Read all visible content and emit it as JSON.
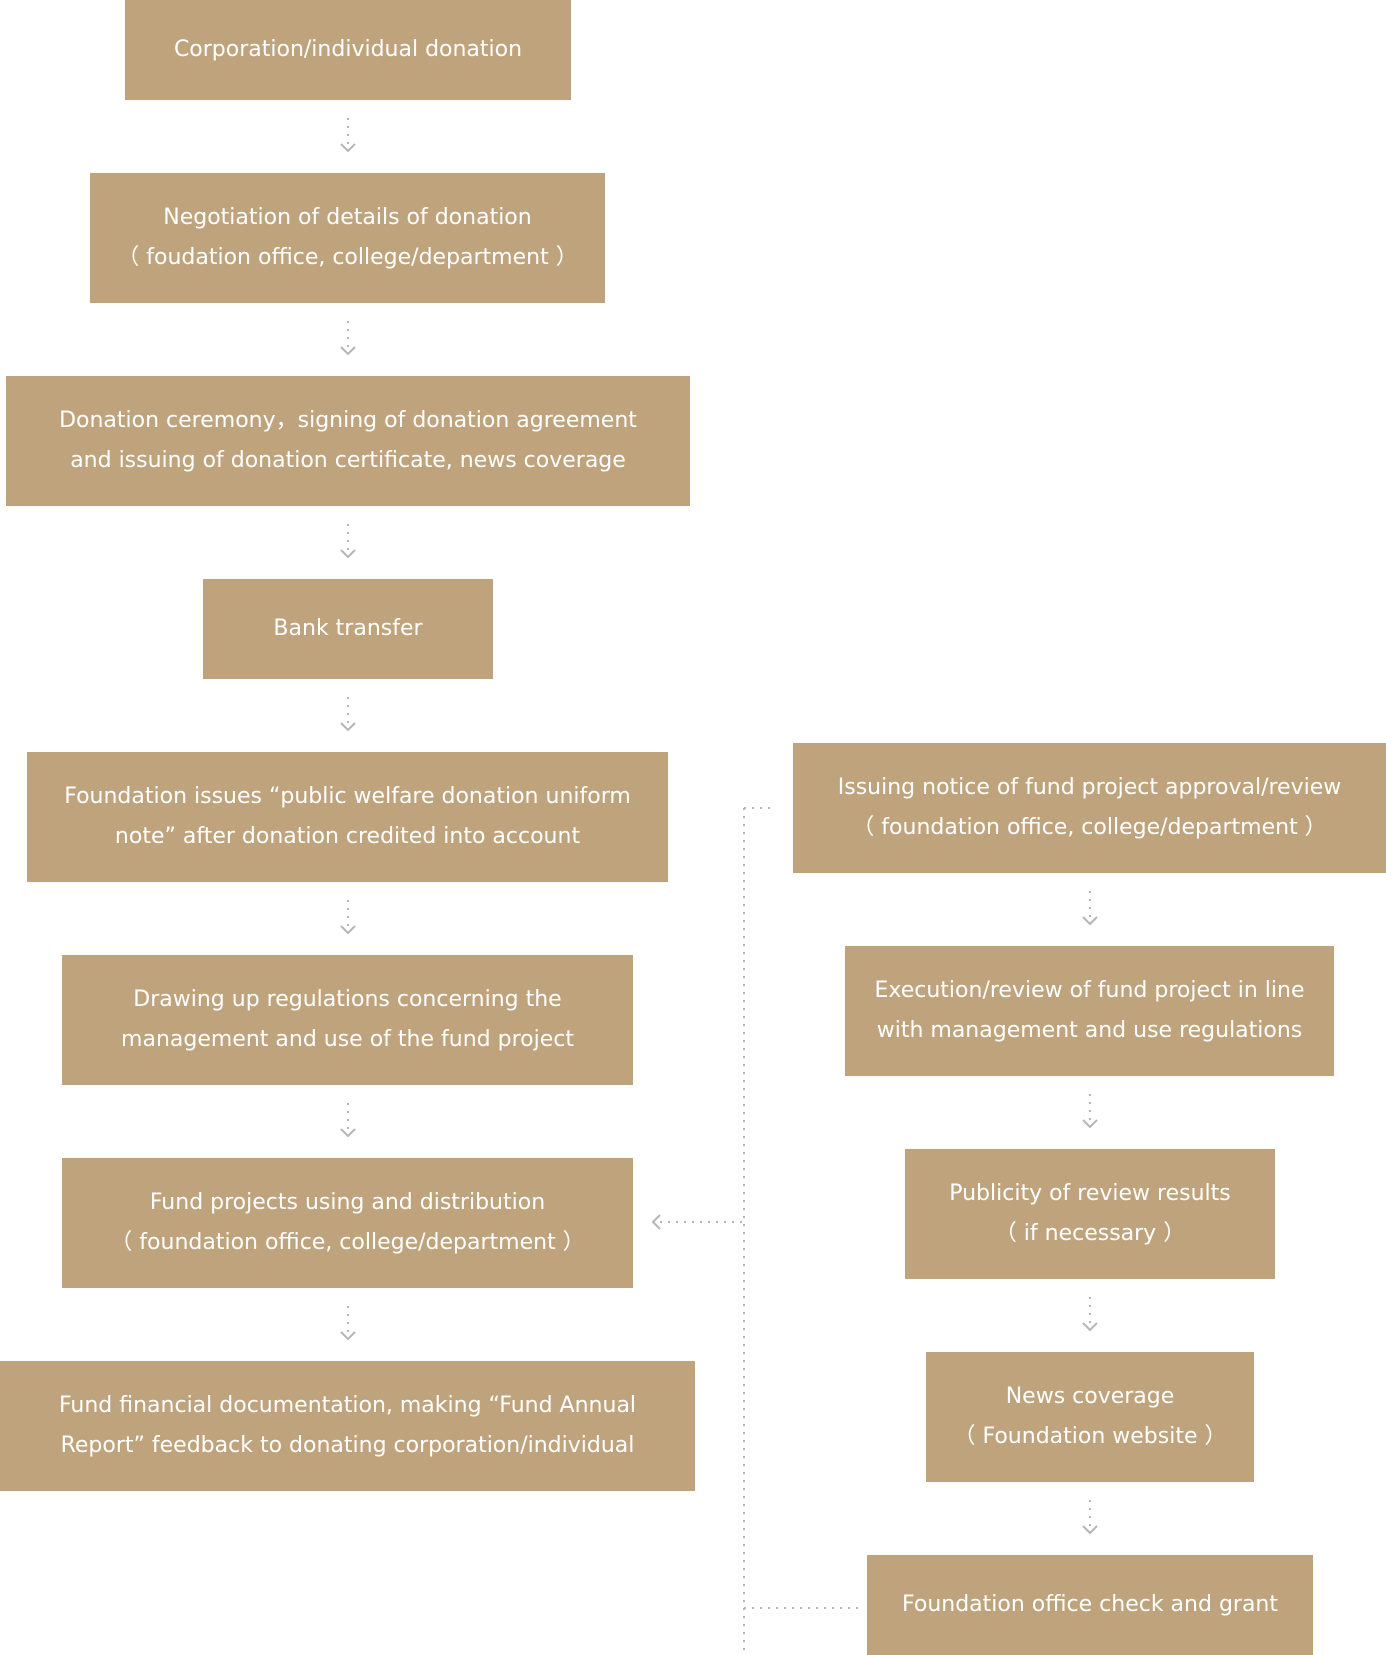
{
  "left_steps": [
    {
      "lines": [
        "Corporation/individual donation"
      ]
    },
    {
      "lines": [
        "Negotiation of details of donation",
        "（ foudation office, college/department ）"
      ]
    },
    {
      "lines": [
        "Donation ceremony，signing of donation agreement",
        "and issuing of donation certificate, news coverage"
      ]
    },
    {
      "lines": [
        "Bank transfer"
      ]
    },
    {
      "lines": [
        "Foundation issues “public welfare donation uniform",
        "note” after donation credited into account"
      ]
    },
    {
      "lines": [
        "Drawing up regulations concerning the",
        "management and use of the fund project"
      ]
    },
    {
      "lines": [
        "Fund projects using and distribution",
        "（ foundation office, college/department ）"
      ]
    },
    {
      "lines": [
        "Fund financial documentation, making “Fund Annual",
        "Report” feedback to donating corporation/individual"
      ]
    }
  ],
  "right_steps": [
    {
      "lines": [
        "Issuing notice of fund project approval/review",
        "（ foundation office, college/department ）"
      ]
    },
    {
      "lines": [
        "Execution/review of fund project in line",
        "with management and use regulations"
      ]
    },
    {
      "lines": [
        "Publicity of review results",
        "（ if necessary ）"
      ]
    },
    {
      "lines": [
        "News coverage",
        "（ Foundation website ）"
      ]
    },
    {
      "lines": [
        "Foundation office check and grant"
      ]
    }
  ],
  "colors": {
    "box_fill": "#bfa37c",
    "box_text": "#ffffff",
    "connector": "#b5b5b5"
  }
}
